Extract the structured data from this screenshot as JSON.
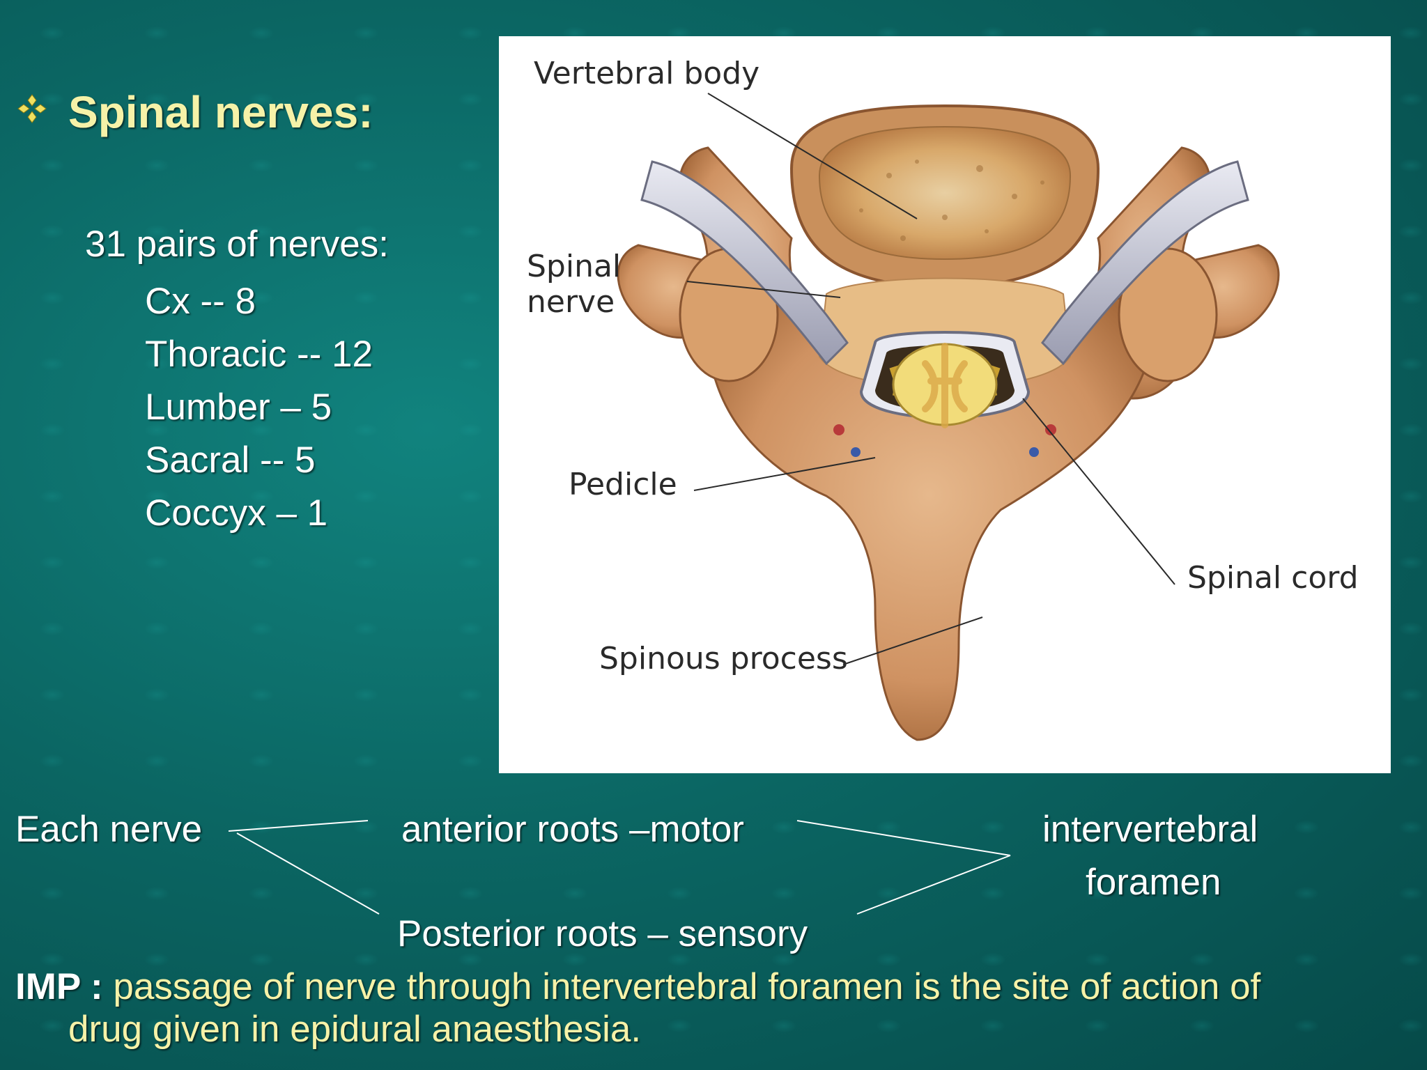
{
  "slide": {
    "title": "Spinal nerves:",
    "intro": "31 pairs of nerves:",
    "counts": [
      "Cx -- 8",
      "Thoracic -- 12",
      "Lumber – 5",
      "Sacral -- 5",
      "Coccyx – 1"
    ]
  },
  "figure": {
    "labels": {
      "vertebral_body": "Vertebral body",
      "spinal_nerve_1": "Spinal",
      "spinal_nerve_2": "nerve",
      "pedicle": "Pedicle",
      "spinal_cord": "Spinal cord",
      "spinous_process": "Spinous process"
    }
  },
  "roots": {
    "each_nerve": "Each nerve",
    "anterior": "anterior roots –motor",
    "posterior": "Posterior roots – sensory",
    "destination_1": "intervertebral",
    "destination_2": "foramen"
  },
  "imp": {
    "label": "IMP :",
    "text_1": "passage of nerve through intervertebral foramen is the site of action of",
    "text_2": "drug given in epidural anaesthesia."
  },
  "colors": {
    "title": "#f6f2a8",
    "bullet": "#f0e060",
    "background": "#0b6663"
  },
  "icons": {
    "bullet": "four-diamond-bullet-icon"
  }
}
